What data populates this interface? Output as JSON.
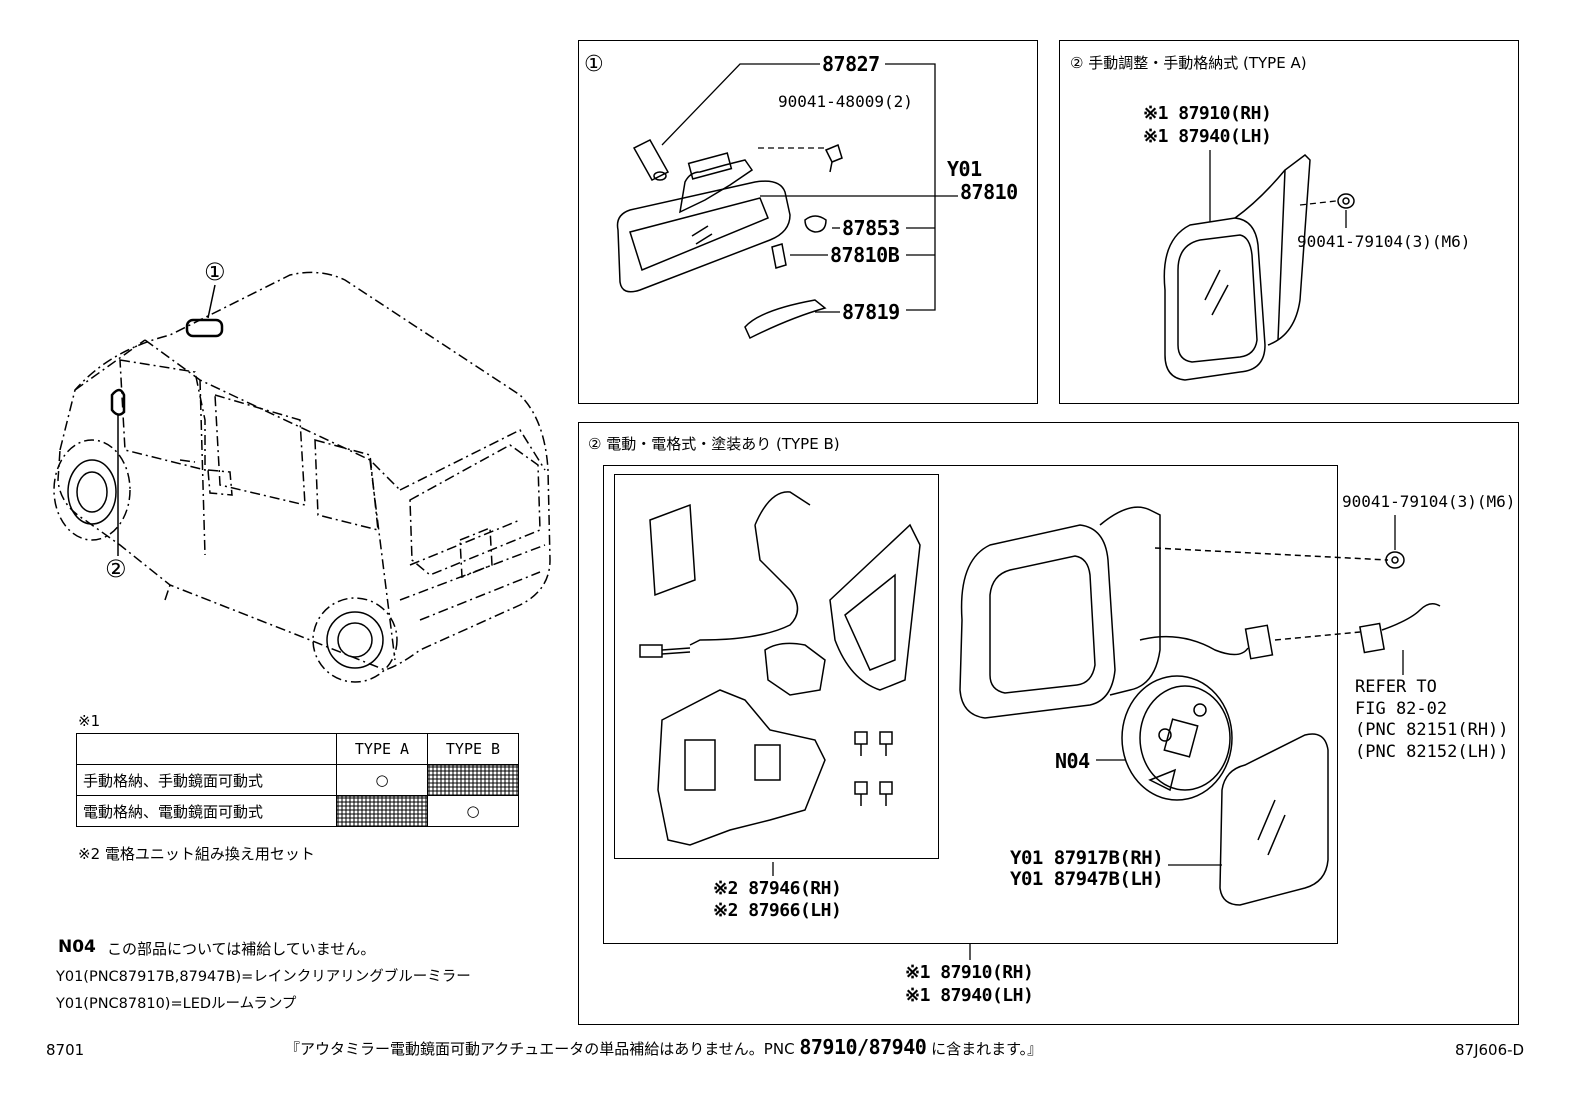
{
  "panel1": {
    "marker": "①",
    "parts": {
      "p87827": "87827",
      "p90041_48009": "90041-48009(2)",
      "y01": "Y01",
      "p87810": "87810",
      "p87853": "87853",
      "p87810b": "87810B",
      "p87819": "87819"
    }
  },
  "panel2a": {
    "title": "② 手動調整・手動格納式 (TYPE A)",
    "rh": "※1 87910(RH)",
    "lh": "※1 87940(LH)",
    "nut": "90041-79104(3)(M6)"
  },
  "panel2b": {
    "title": "② 電動・電格式・塗装あり (TYPE B)",
    "nut": "90041-79104(3)(M6)",
    "refer": [
      "REFER TO",
      "FIG 82-02",
      "(PNC 82151(RH))",
      "(PNC 82152(LH))"
    ],
    "n04": "N04",
    "glass_rh": "Y01 87917B(RH)",
    "glass_lh": "Y01 87947B(LH)",
    "kit_rh": "※2 87946(RH)",
    "kit_lh": "※2 87966(LH)",
    "assy_rh": "※1 87910(RH)",
    "assy_lh": "※1 87940(LH)"
  },
  "vehicle": {
    "callout1": "①",
    "callout2": "②"
  },
  "note_table": {
    "caption": "※1",
    "headers": [
      "",
      "TYPE A",
      "TYPE B"
    ],
    "rows": [
      [
        "手動格納、手動鏡面可動式",
        "○",
        ""
      ],
      [
        "電動格納、電動鏡面可動式",
        "",
        "○"
      ]
    ]
  },
  "notes": {
    "star2": "※2 電格ユニット組み換え用セット",
    "n04_code": "N04",
    "n04_text": "この部品については補給していません。",
    "y01a": "Y01(PNC87917B,87947B)=レインクリアリングブルーミラー",
    "y01b": "Y01(PNC87810)=LEDルームランプ"
  },
  "footer": {
    "page_code": "8701",
    "message_pre": "『アウタミラー電動鏡面可動アクチュエータの単品補給はありません。PNC",
    "message_pn": "87910/87940",
    "message_post": "に含まれます。』",
    "figure_id": "87J606-D"
  }
}
